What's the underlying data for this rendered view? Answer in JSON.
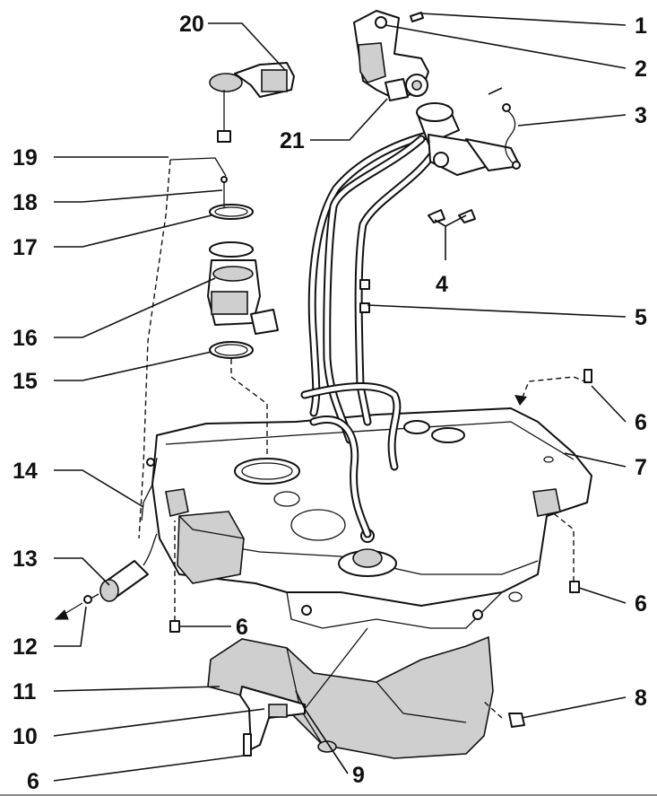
{
  "diagram": {
    "callouts": [
      {
        "id": "1",
        "label": "1"
      },
      {
        "id": "2",
        "label": "2"
      },
      {
        "id": "3",
        "label": "3"
      },
      {
        "id": "4",
        "label": "4"
      },
      {
        "id": "5",
        "label": "5"
      },
      {
        "id": "6a",
        "label": "6"
      },
      {
        "id": "7",
        "label": "7"
      },
      {
        "id": "6b",
        "label": "6"
      },
      {
        "id": "8",
        "label": "8"
      },
      {
        "id": "9",
        "label": "9"
      },
      {
        "id": "6c",
        "label": "6"
      },
      {
        "id": "10",
        "label": "10"
      },
      {
        "id": "11",
        "label": "11"
      },
      {
        "id": "6d",
        "label": "6"
      },
      {
        "id": "12",
        "label": "12"
      },
      {
        "id": "13",
        "label": "13"
      },
      {
        "id": "14",
        "label": "14"
      },
      {
        "id": "15",
        "label": "15"
      },
      {
        "id": "16",
        "label": "16"
      },
      {
        "id": "17",
        "label": "17"
      },
      {
        "id": "18",
        "label": "18"
      },
      {
        "id": "19",
        "label": "19"
      },
      {
        "id": "20",
        "label": "20"
      },
      {
        "id": "21",
        "label": "21"
      }
    ]
  }
}
